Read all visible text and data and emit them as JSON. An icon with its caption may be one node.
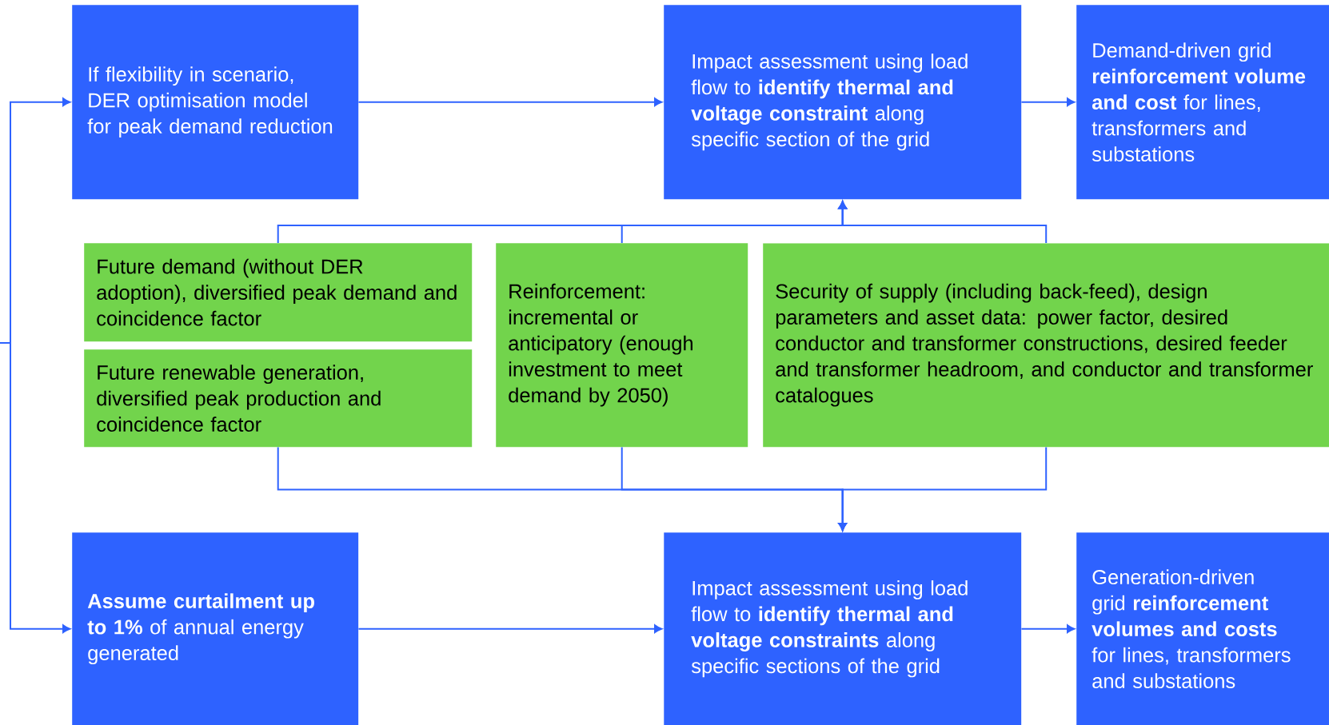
{
  "diagram": {
    "nodes": [
      {
        "text": [
          "If flexibility in scenario, DER optimisation model for peak demand reduction"
        ]
      },
      {
        "text": [
          "Impact assessment using load flow to **identify thermal and voltage constraint** along specific section of the grid"
        ]
      },
      {
        "text": [
          "Demand-driven grid **reinforcement volume and cost** for lines, transformers and substations"
        ]
      },
      {
        "text": [
          "Future demand (without DER adoption), diversified peak demand and coincidence factor"
        ]
      },
      {
        "text": [
          "Future renewable generation, diversified peak production and coincidence factor"
        ]
      },
      {
        "text": [
          "Reinforcement: incremental or anticipatory (enough investment to meet demand by 2050)"
        ]
      },
      {
        "text": [
          "Security of supply (including back-feed), design parameters and asset data: power factor, desired conductor and transformer constructions, desired feeder and transformer headroom, and conductor and transformer catalogues"
        ]
      },
      {
        "text": [
          "**Assume curtailment up to 1%** of annual energy generated"
        ]
      },
      {
        "text": [
          "Impact assessment using load flow to **identify thermal and voltage constraints** along specific sections of the grid"
        ]
      },
      {
        "text": [
          "Generation-driven grid **reinforcement volumes and costs** for lines, transformers and substations"
        ]
      }
    ],
    "edges": [
      {
        "from": 0,
        "to": 1,
        "arrow": "to"
      },
      {
        "from": 1,
        "to": 2,
        "arrow": "to"
      },
      {
        "from": 7,
        "to": 8,
        "arrow": "to"
      },
      {
        "from": 8,
        "to": 9,
        "arrow": "to"
      },
      {
        "from": null,
        "to": 0,
        "arrow": "to"
      },
      {
        "from": null,
        "to": 7,
        "arrow": "to"
      },
      {
        "from": 3,
        "to": 1,
        "arrow": "to"
      },
      {
        "from": 5,
        "to": 1,
        "arrow": "to"
      },
      {
        "from": 6,
        "to": 1,
        "arrow": "to"
      },
      {
        "from": 4,
        "to": 8,
        "arrow": "to"
      },
      {
        "from": 5,
        "to": 8,
        "arrow": "to"
      },
      {
        "from": 6,
        "to": 8,
        "arrow": "to"
      }
    ]
  }
}
